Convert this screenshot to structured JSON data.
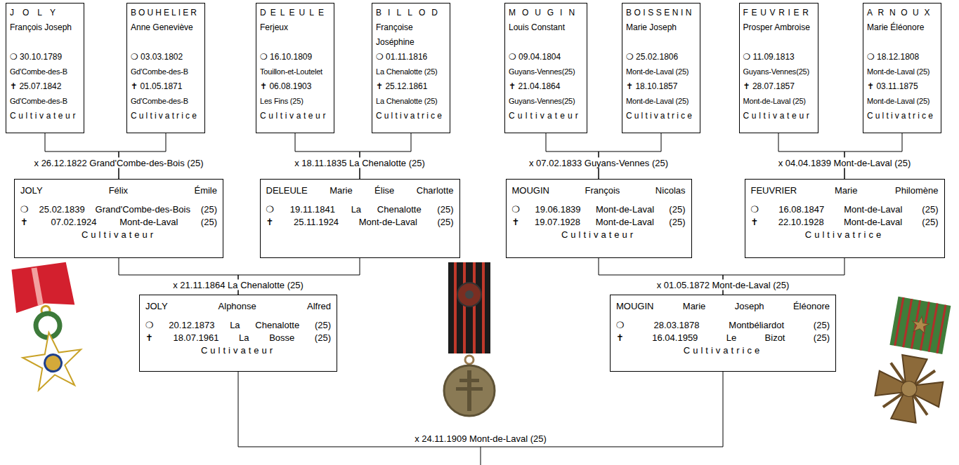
{
  "diagram": {
    "nodes": [
      {
        "text": [
          "JOLY",
          "François Joseph",
          "❍ 30.10.1789",
          "Gd'Combe-des-B",
          "✝ 25.07.1842",
          "Gd'Combe-des-B",
          "Cultivateur"
        ]
      },
      {
        "text": [
          "BOUHELIER",
          "Anne Geneviève",
          "❍ 03.03.1802",
          "Gd'Combe-des-B",
          "✝ 01.05.1871",
          "Gd'Combe-des-B",
          "Cultivatrice"
        ]
      },
      {
        "text": [
          "DELEULE",
          "Ferjeux",
          "❍ 16.10.1809",
          "Touillon-et-Loutelet",
          "✝ 06.08.1903",
          "Les Fins (25)",
          "Cultivateur"
        ]
      },
      {
        "text": [
          "BILLOD",
          "Françoise Joséphine",
          "❍ 01.11.1816",
          "La Chenalotte (25)",
          "✝ 25.12.1861",
          "La Chenalotte (25)",
          "Cultivatrice"
        ]
      },
      {
        "text": [
          "MOUGIN",
          "Louis Constant",
          "❍ 09.04.1804",
          "Guyans-Vennes(25)",
          "✝ 21.04.1864",
          "Guyans-Vennes(25)",
          "Cultivateur"
        ]
      },
      {
        "text": [
          "BOISSENIN",
          "Marie Joseph",
          "❍ 25.02.1806",
          "Mont-de-Laval (25)",
          "✝ 18.10.1857",
          "Mont-de-Laval (25)",
          "Cultivatrice"
        ]
      },
      {
        "text": [
          "FEUVRIER",
          "Prosper Ambroise",
          "❍ 11.09.1813",
          "Guyans-Vennes(25)",
          "✝ 28.07.1857",
          "Mont-de-Laval (25)",
          "Cultivateur"
        ]
      },
      {
        "text": [
          "ARNOUX",
          "Marie Éléonore",
          "❍ 18.12.1808",
          "Mont-de-Laval (25)",
          "✝ 03.11.1875",
          "Mont-de-Laval (25)",
          "Cultivatrice"
        ]
      },
      {
        "text": [
          "JOLY Félix Émile",
          "❍ 25.02.1839 Grand'Combe-des-Bois (25)",
          "✝ 07.02.1924 Mont-de-Laval (25)",
          "Cultivateur"
        ]
      },
      {
        "text": [
          "DELEULE Marie Élise Charlotte",
          "❍ 19.11.1841 La Chenalotte (25)",
          "✝ 25.11.1924 Mont-de-Laval (25)"
        ]
      },
      {
        "text": [
          "MOUGIN François Nicolas",
          "❍ 19.06.1839 Mont-de-Laval (25)",
          "✝ 19.07.1928 Mont-de-Laval (25)",
          "Cultivateur"
        ]
      },
      {
        "text": [
          "FEUVRIER Marie Philomène",
          "❍ 16.08.1847 Mont-de-Laval (25)",
          "✝ 22.10.1928 Mont-de-Laval (25)",
          "Cultivatrice"
        ]
      },
      {
        "text": [
          "JOLY Alphonse Alfred",
          "❍ 20.12.1873 La Chenalotte (25)",
          "✝ 18.07.1961 La Bosse (25)",
          "Cultivateur"
        ]
      },
      {
        "text": [
          "MOUGIN Marie Joseph Éléonore",
          "❍ 28.03.1878 Montbéliardot (25)",
          "✝ 16.04.1959 Le Bizot (25)",
          "Cultivatrice"
        ]
      }
    ],
    "edges": [
      {
        "from": 0,
        "to": 8,
        "arrow": "none",
        "label": "x 26.12.1822 Grand'Combe-des-Bois (25)"
      },
      {
        "from": 1,
        "to": 8,
        "arrow": "none"
      },
      {
        "from": 2,
        "to": 9,
        "arrow": "none",
        "label": "x 18.11.1835 La Chenalotte (25)"
      },
      {
        "from": 3,
        "to": 9,
        "arrow": "none"
      },
      {
        "from": 4,
        "to": 10,
        "arrow": "none",
        "label": "x 07.02.1833 Guyans-Vennes (25)"
      },
      {
        "from": 5,
        "to": 10,
        "arrow": "none"
      },
      {
        "from": 6,
        "to": 11,
        "arrow": "none",
        "label": "x 04.04.1839 Mont-de-Laval (25)"
      },
      {
        "from": 7,
        "to": 11,
        "arrow": "none"
      },
      {
        "from": 8,
        "to": 12,
        "arrow": "none",
        "label": "x 21.11.1864 La Chenalotte (25)"
      },
      {
        "from": 9,
        "to": 12,
        "arrow": "none"
      },
      {
        "from": 10,
        "to": 13,
        "arrow": "none",
        "label": "x 01.05.1872 Mont-de-Laval (25)"
      },
      {
        "from": 11,
        "to": 13,
        "arrow": "none"
      },
      {
        "from": 12,
        "to": 13,
        "arrow": "none",
        "label": "x 24.11.1909 Mont-de-Laval (25)"
      }
    ]
  }
}
